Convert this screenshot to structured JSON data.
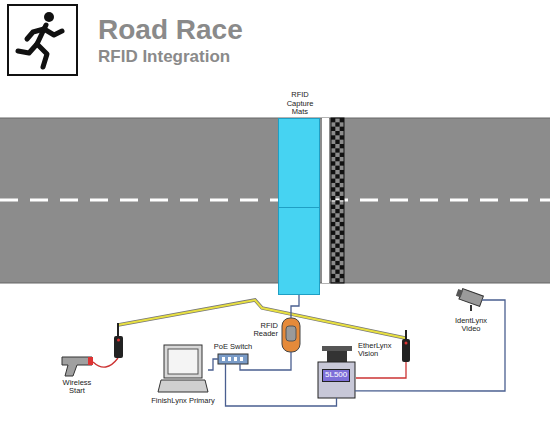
{
  "diagram": {
    "title": "Road Race",
    "nodes": [
      {
        "text": [
          "RFID Capture Mats"
        ]
      },
      {
        "text": [
          "RFID Reader"
        ]
      },
      {
        "text": [
          "PoE Switch"
        ]
      },
      {
        "text": [
          "EtherLynx Vision",
          "5L500"
        ]
      },
      {
        "text": [
          "IdentLynx Video"
        ]
      },
      {
        "text": [
          "Wireless Start"
        ]
      },
      {
        "text": [
          "FinishLynx Primary"
        ]
      }
    ],
    "edges": [
      {
        "from": 0,
        "to": 1,
        "arrow": "none"
      },
      {
        "from": 1,
        "to": 2,
        "arrow": "none"
      },
      {
        "from": 2,
        "to": 6,
        "arrow": "none"
      },
      {
        "from": 2,
        "to": 3,
        "arrow": "none"
      },
      {
        "from": 3,
        "to": 4,
        "arrow": "none"
      }
    ],
    "labels": [
      "RFID Integration"
    ]
  }
}
